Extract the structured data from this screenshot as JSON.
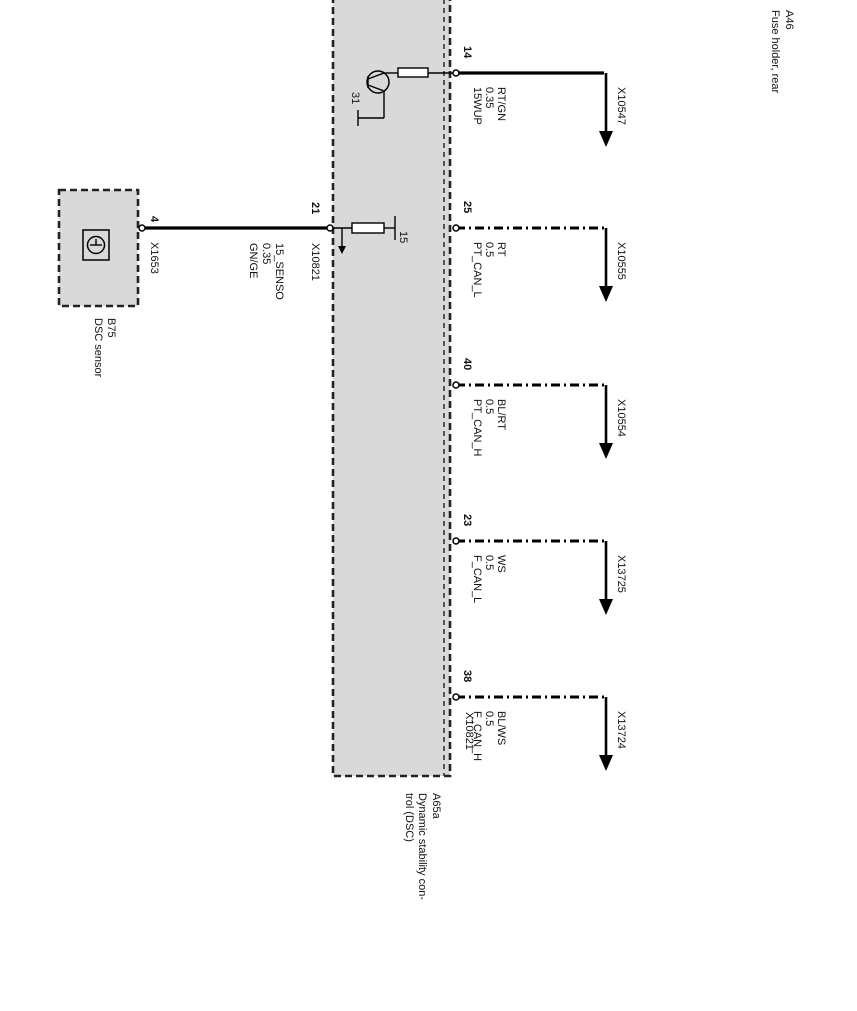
{
  "fuse_holder": {
    "id": "A46",
    "name": "Fuse holder, rear"
  },
  "dsc_module": {
    "id": "A65a",
    "name_line1": "Dynamic stability con-",
    "name_line2": "trol (DSC)",
    "connector": "X10821"
  },
  "dsc_sensor": {
    "id": "B75",
    "name": "DSC sensor",
    "pin": "4",
    "connector": "X1653"
  },
  "sensor_wire": {
    "pin": "21",
    "connector": "X10821",
    "signal": "15_SENSO",
    "size": "0.35",
    "color": "GN/GE",
    "internal_label": "15"
  },
  "ground_label": "31",
  "outputs": [
    {
      "pin": "14",
      "signal": "15WUP",
      "size": "0.35",
      "color": "RT/GN",
      "connector": "X10547"
    },
    {
      "pin": "25",
      "signal": "PT_CAN_L",
      "size": "0.5",
      "color": "RT",
      "connector": "X10555"
    },
    {
      "pin": "40",
      "signal": "PT_CAN_H",
      "size": "0.5",
      "color": "BL/RT",
      "connector": "X10554"
    },
    {
      "pin": "23",
      "signal": "F_CAN_L",
      "size": "0.5",
      "color": "WS",
      "connector": "X13725"
    },
    {
      "pin": "38",
      "signal": "F_CAN_H",
      "size": "0.5",
      "color": "BL/WS",
      "connector": "X13724"
    }
  ]
}
